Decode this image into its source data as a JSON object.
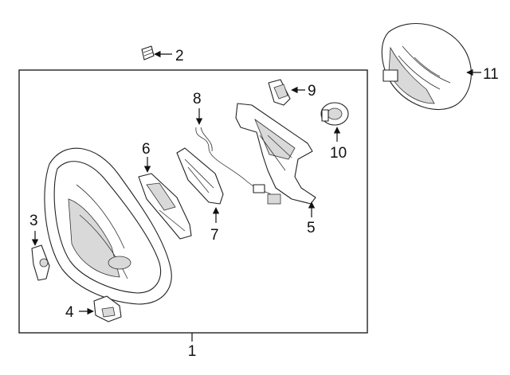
{
  "callouts": [
    {
      "id": "1",
      "label": "1"
    },
    {
      "id": "2",
      "label": "2"
    },
    {
      "id": "3",
      "label": "3"
    },
    {
      "id": "4",
      "label": "4"
    },
    {
      "id": "5",
      "label": "5"
    },
    {
      "id": "6",
      "label": "6"
    },
    {
      "id": "7",
      "label": "7"
    },
    {
      "id": "8",
      "label": "8"
    },
    {
      "id": "9",
      "label": "9"
    },
    {
      "id": "10",
      "label": "10"
    },
    {
      "id": "11",
      "label": "11"
    }
  ],
  "colors": {
    "line": "#111111",
    "background": "#ffffff",
    "shade": "#d9d9d9"
  }
}
